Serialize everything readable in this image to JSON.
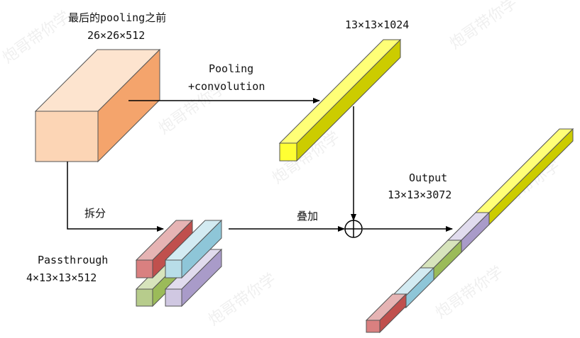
{
  "labels": {
    "input_title": "最后的pooling之前",
    "input_dims": "26×26×512",
    "yellow_dims": "13×13×1024",
    "pooling_line1": "Pooling",
    "pooling_line2": "+convolution",
    "split": "拆分",
    "passthrough_line1": "Passthrough",
    "passthrough_line2": "4×13×13×512",
    "concat": "叠加",
    "output_line1": "Output",
    "output_line2": "13×13×3072"
  },
  "watermark": "炮哥带你学",
  "colors": {
    "input_front": "#FCD5B5",
    "input_top": "#FDE4CF",
    "input_side": "#F4A46C",
    "yellow_front": "#FFFF33",
    "yellow_top": "#FFFF77",
    "yellow_side": "#CCCC00",
    "red_front": "#D98080",
    "red_top": "#E6B4B4",
    "red_side": "#C0504D",
    "blue_front": "#B8DDE8",
    "blue_top": "#D3EBF2",
    "blue_side": "#8EC6D8",
    "green_front": "#B7CC8C",
    "green_top": "#D7E4BC",
    "green_side": "#9BBB59",
    "purple_front": "#D0C8E2",
    "purple_top": "#E1DCEE",
    "purple_side": "#A99BC9",
    "arrow": "#000000"
  }
}
